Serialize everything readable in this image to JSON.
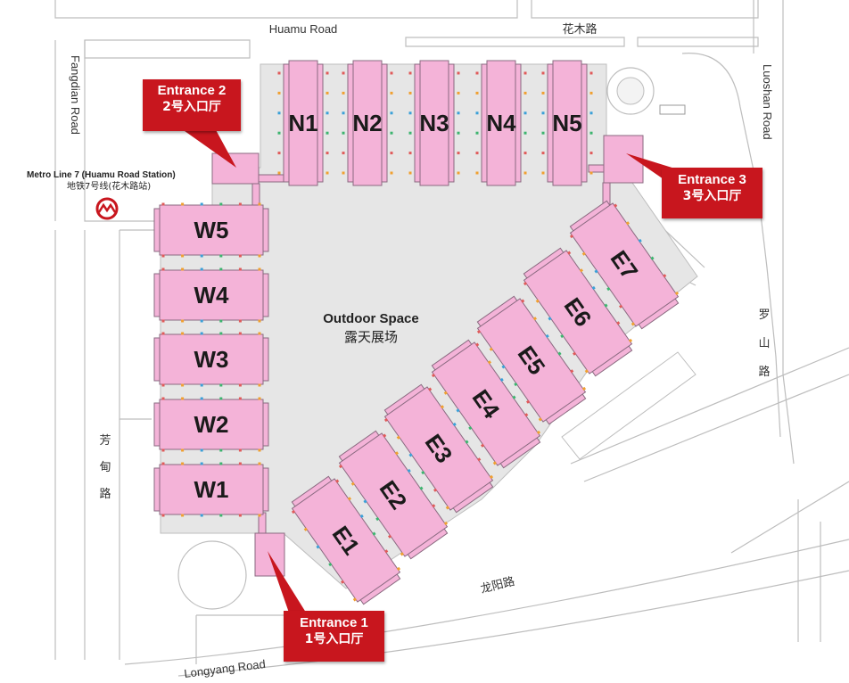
{
  "roads": {
    "huamu_en": "Huamu Road",
    "huamu_cn": "花木路",
    "fangdian_en": "Fangdian Road",
    "fangdian_cn": [
      "芳",
      "甸",
      "路"
    ],
    "luoshan_en": "Luoshan Road",
    "luoshan_cn": [
      "罗",
      "山",
      "路"
    ],
    "longyang_en": "Longyang Road",
    "longyang_cn": "龙阳路"
  },
  "metro": {
    "label_en": "Metro Line 7 (Huamu Road Station)",
    "label_cn": "地铁7号线(花木路站)"
  },
  "outdoor": {
    "label_en": "Outdoor Space",
    "label_cn": "露天展场"
  },
  "halls": {
    "north": [
      "N1",
      "N2",
      "N3",
      "N4",
      "N5"
    ],
    "west": [
      "W5",
      "W4",
      "W3",
      "W2",
      "W1"
    ],
    "east": [
      "E1",
      "E2",
      "E3",
      "E4",
      "E5",
      "E6",
      "E7"
    ]
  },
  "entrances": {
    "e1": {
      "en": "Entrance 1",
      "cn": "1号入口厅"
    },
    "e2": {
      "en": "Entrance 2",
      "cn": "2号入口厅"
    },
    "e3": {
      "en": "Entrance 3",
      "cn": "3号入口厅"
    }
  },
  "colors": {
    "hall_fill": "#f4b3d8",
    "hall_stroke": "#8a6a80",
    "plaza": "#e6e6e6",
    "road_line": "#bdbdbd",
    "entrance_red": "#c8161e"
  }
}
